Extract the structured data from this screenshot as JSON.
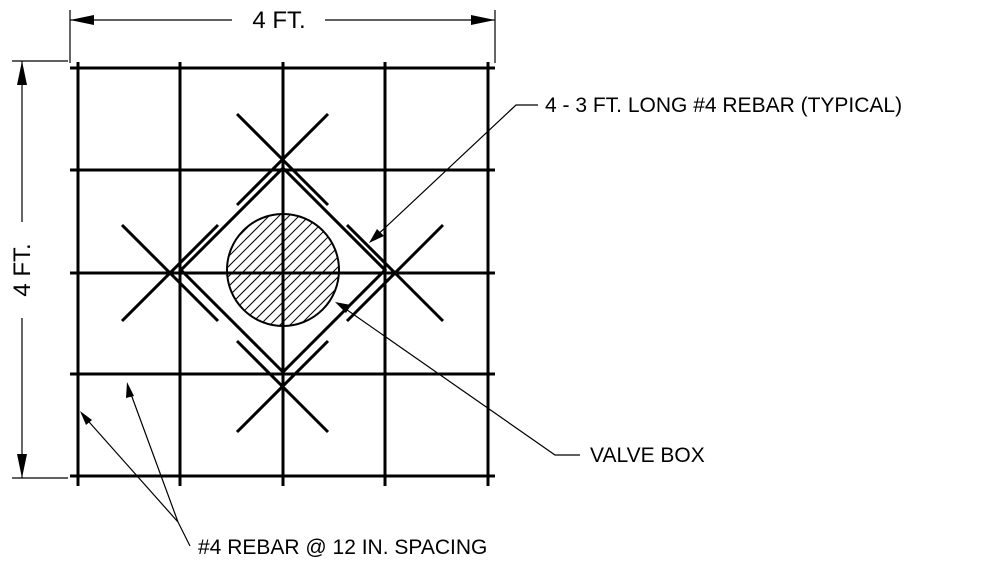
{
  "dimensions": {
    "width_label": "4 FT.",
    "height_label": "4 FT."
  },
  "callouts": {
    "rebar_typical": "4 - 3 FT. LONG #4 REBAR (TYPICAL)",
    "valve_box": "VALVE BOX",
    "rebar_spacing": "#4 REBAR @ 12 IN. SPACING"
  }
}
